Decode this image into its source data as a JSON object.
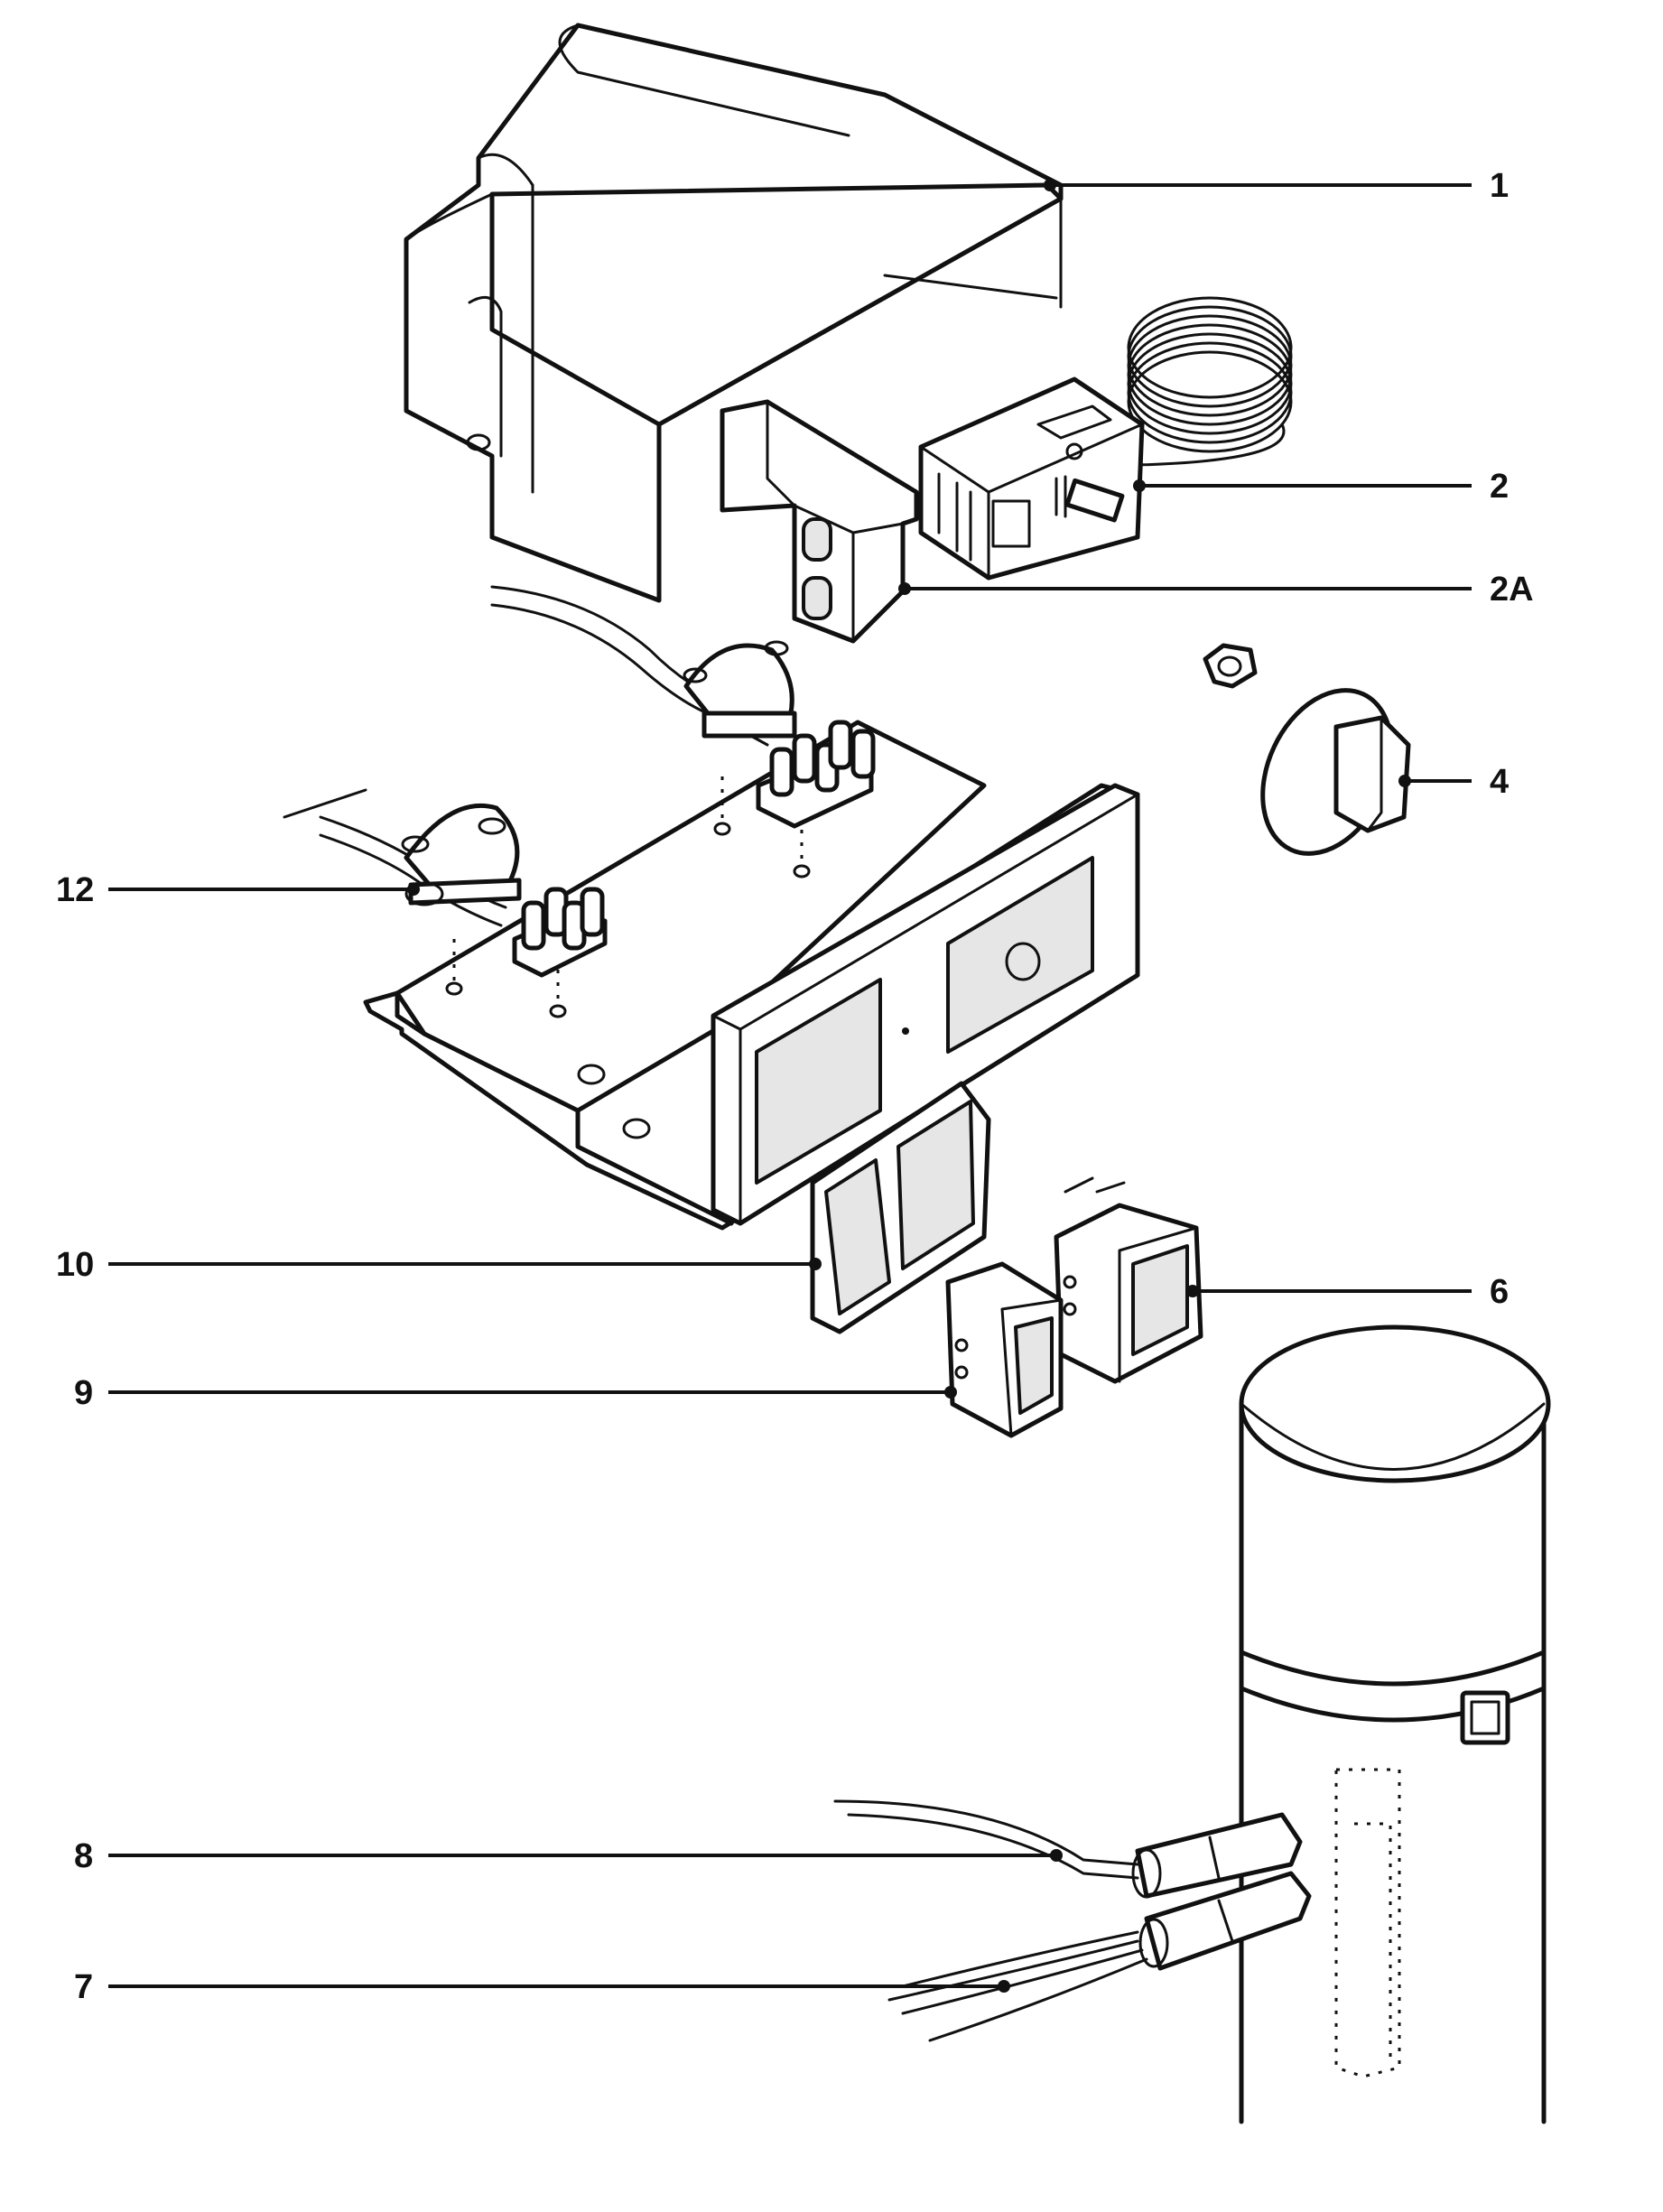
{
  "callouts": {
    "c1": "1",
    "c2": "2",
    "c2a": "2A",
    "c4": "4",
    "c12": "12",
    "c10": "10",
    "c6": "6",
    "c9": "9",
    "c8": "8",
    "c7": "7"
  }
}
